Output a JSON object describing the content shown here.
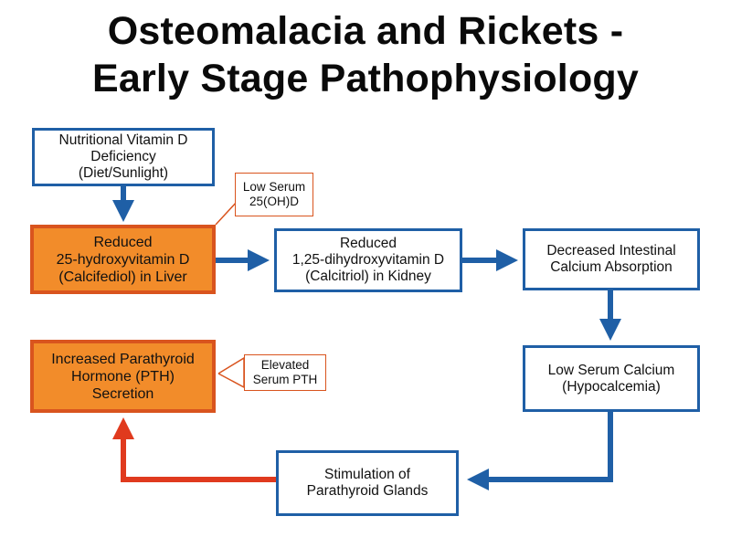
{
  "title": {
    "line1": "Osteomalacia and Rickets -",
    "line2": "Early Stage Pathophysiology"
  },
  "nodes": {
    "vitamin_d_deficiency": [
      "Nutritional Vitamin D",
      "Deficiency",
      "(Diet/Sunlight)"
    ],
    "reduced_calcifediol": [
      "Reduced",
      "25-hydroxyvitamin D",
      "(Calcifediol) in Liver"
    ],
    "reduced_calcitriol": [
      "Reduced",
      "1,25-dihydroxyvitamin D",
      "(Calcitriol) in Kidney"
    ],
    "decreased_absorption": [
      "Decreased Intestinal",
      "Calcium Absorption"
    ],
    "low_serum_calcium": [
      "Low Serum Calcium",
      "(Hypocalcemia)"
    ],
    "parathyroid_stimulation": [
      "Stimulation of",
      "Parathyroid Glands"
    ],
    "increased_pth": [
      "Increased Parathyroid",
      "Hormone (PTH)",
      "Secretion"
    ]
  },
  "callouts": {
    "low_serum_25ohd": [
      "Low Serum",
      "25(OH)D"
    ],
    "elevated_pth": [
      "Elevated",
      "Serum PTH"
    ]
  },
  "colors": {
    "blue_arrow": "#1f5fa6",
    "red_arrow": "#e03a1e",
    "orange_fill": "#f28c2a",
    "orange_border": "#d9541e",
    "box_border": "#1f5fa6"
  }
}
